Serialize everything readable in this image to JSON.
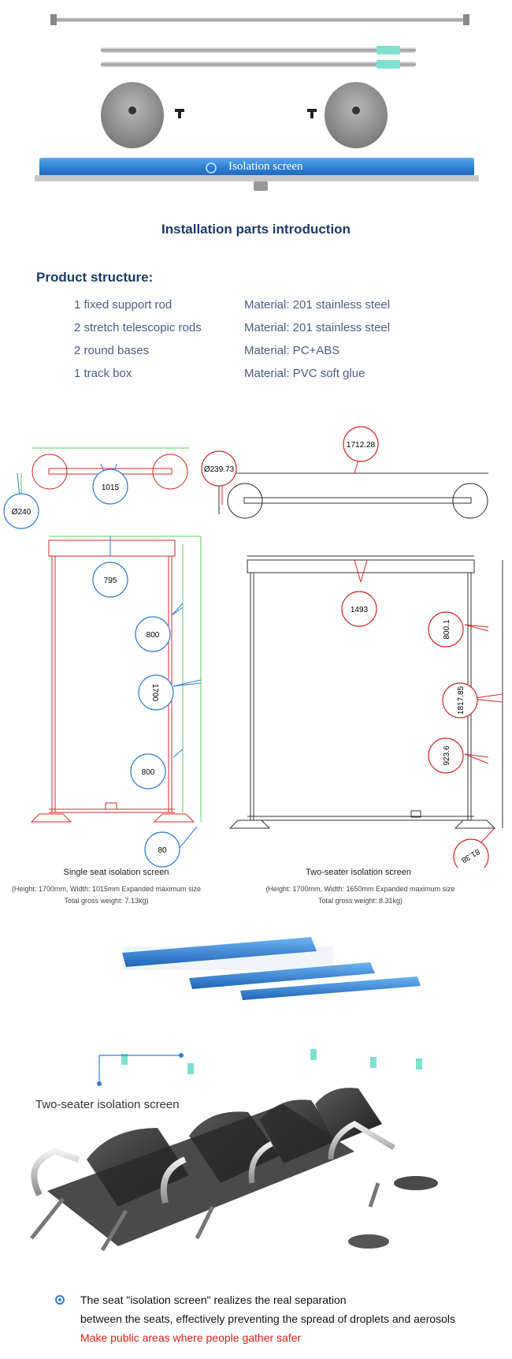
{
  "parts_title": "Installation parts introduction",
  "track_box_label": "Isolation screen",
  "structure": {
    "heading": "Product structure:",
    "rows": [
      {
        "part": "1 fixed support rod",
        "material": "Material: 201 stainless steel"
      },
      {
        "part": "2 stretch telescopic rods",
        "material": "Material: 201 stainless steel"
      },
      {
        "part": "2 round bases",
        "material": "Material: PC+ABS"
      },
      {
        "part": "1 track box",
        "material": "Material: PVC soft glue"
      }
    ]
  },
  "dimensions": {
    "single_top_width": "1015",
    "single_base_dia": "Ø240",
    "double_base_dia": "Ø239.73",
    "double_top_width": "1712.28",
    "single_inner_width": "795",
    "single_upper": "800",
    "single_height": "1700",
    "single_lower": "800",
    "single_foot": "80",
    "double_inner_width": "1493",
    "double_upper": "800.1",
    "double_height": "1817.85",
    "double_lower": "923.6",
    "double_foot": "81.38"
  },
  "single_caption": "Single seat isolation screen",
  "single_sub": [
    "(Height: 1700mm, Width: 1015mm Expanded maximum size",
    "Total gross weight: 7.13kg)"
  ],
  "double_caption": "Two-seater isolation screen",
  "double_sub": [
    "(Height: 1700mm, Width: 1650mm Expanded maximum size",
    "Total gross weight: 8.31kg)"
  ],
  "photo_label": "Two-seater isolation screen",
  "bottom": {
    "line1": "The seat \"isolation screen\" realizes the real separation",
    "line2": "between the seats, effectively preventing the spread of droplets and aerosols",
    "line3": "Make public areas where people gather safer"
  },
  "colors": {
    "accent_blue": "#2f7fd3",
    "dim_red": "#d62b2b",
    "dim_green": "#5ccf5c",
    "title_navy": "#1d3b66",
    "highlight_red": "#e0201c"
  },
  "icons": {
    "bullet": "target-circle-icon"
  }
}
